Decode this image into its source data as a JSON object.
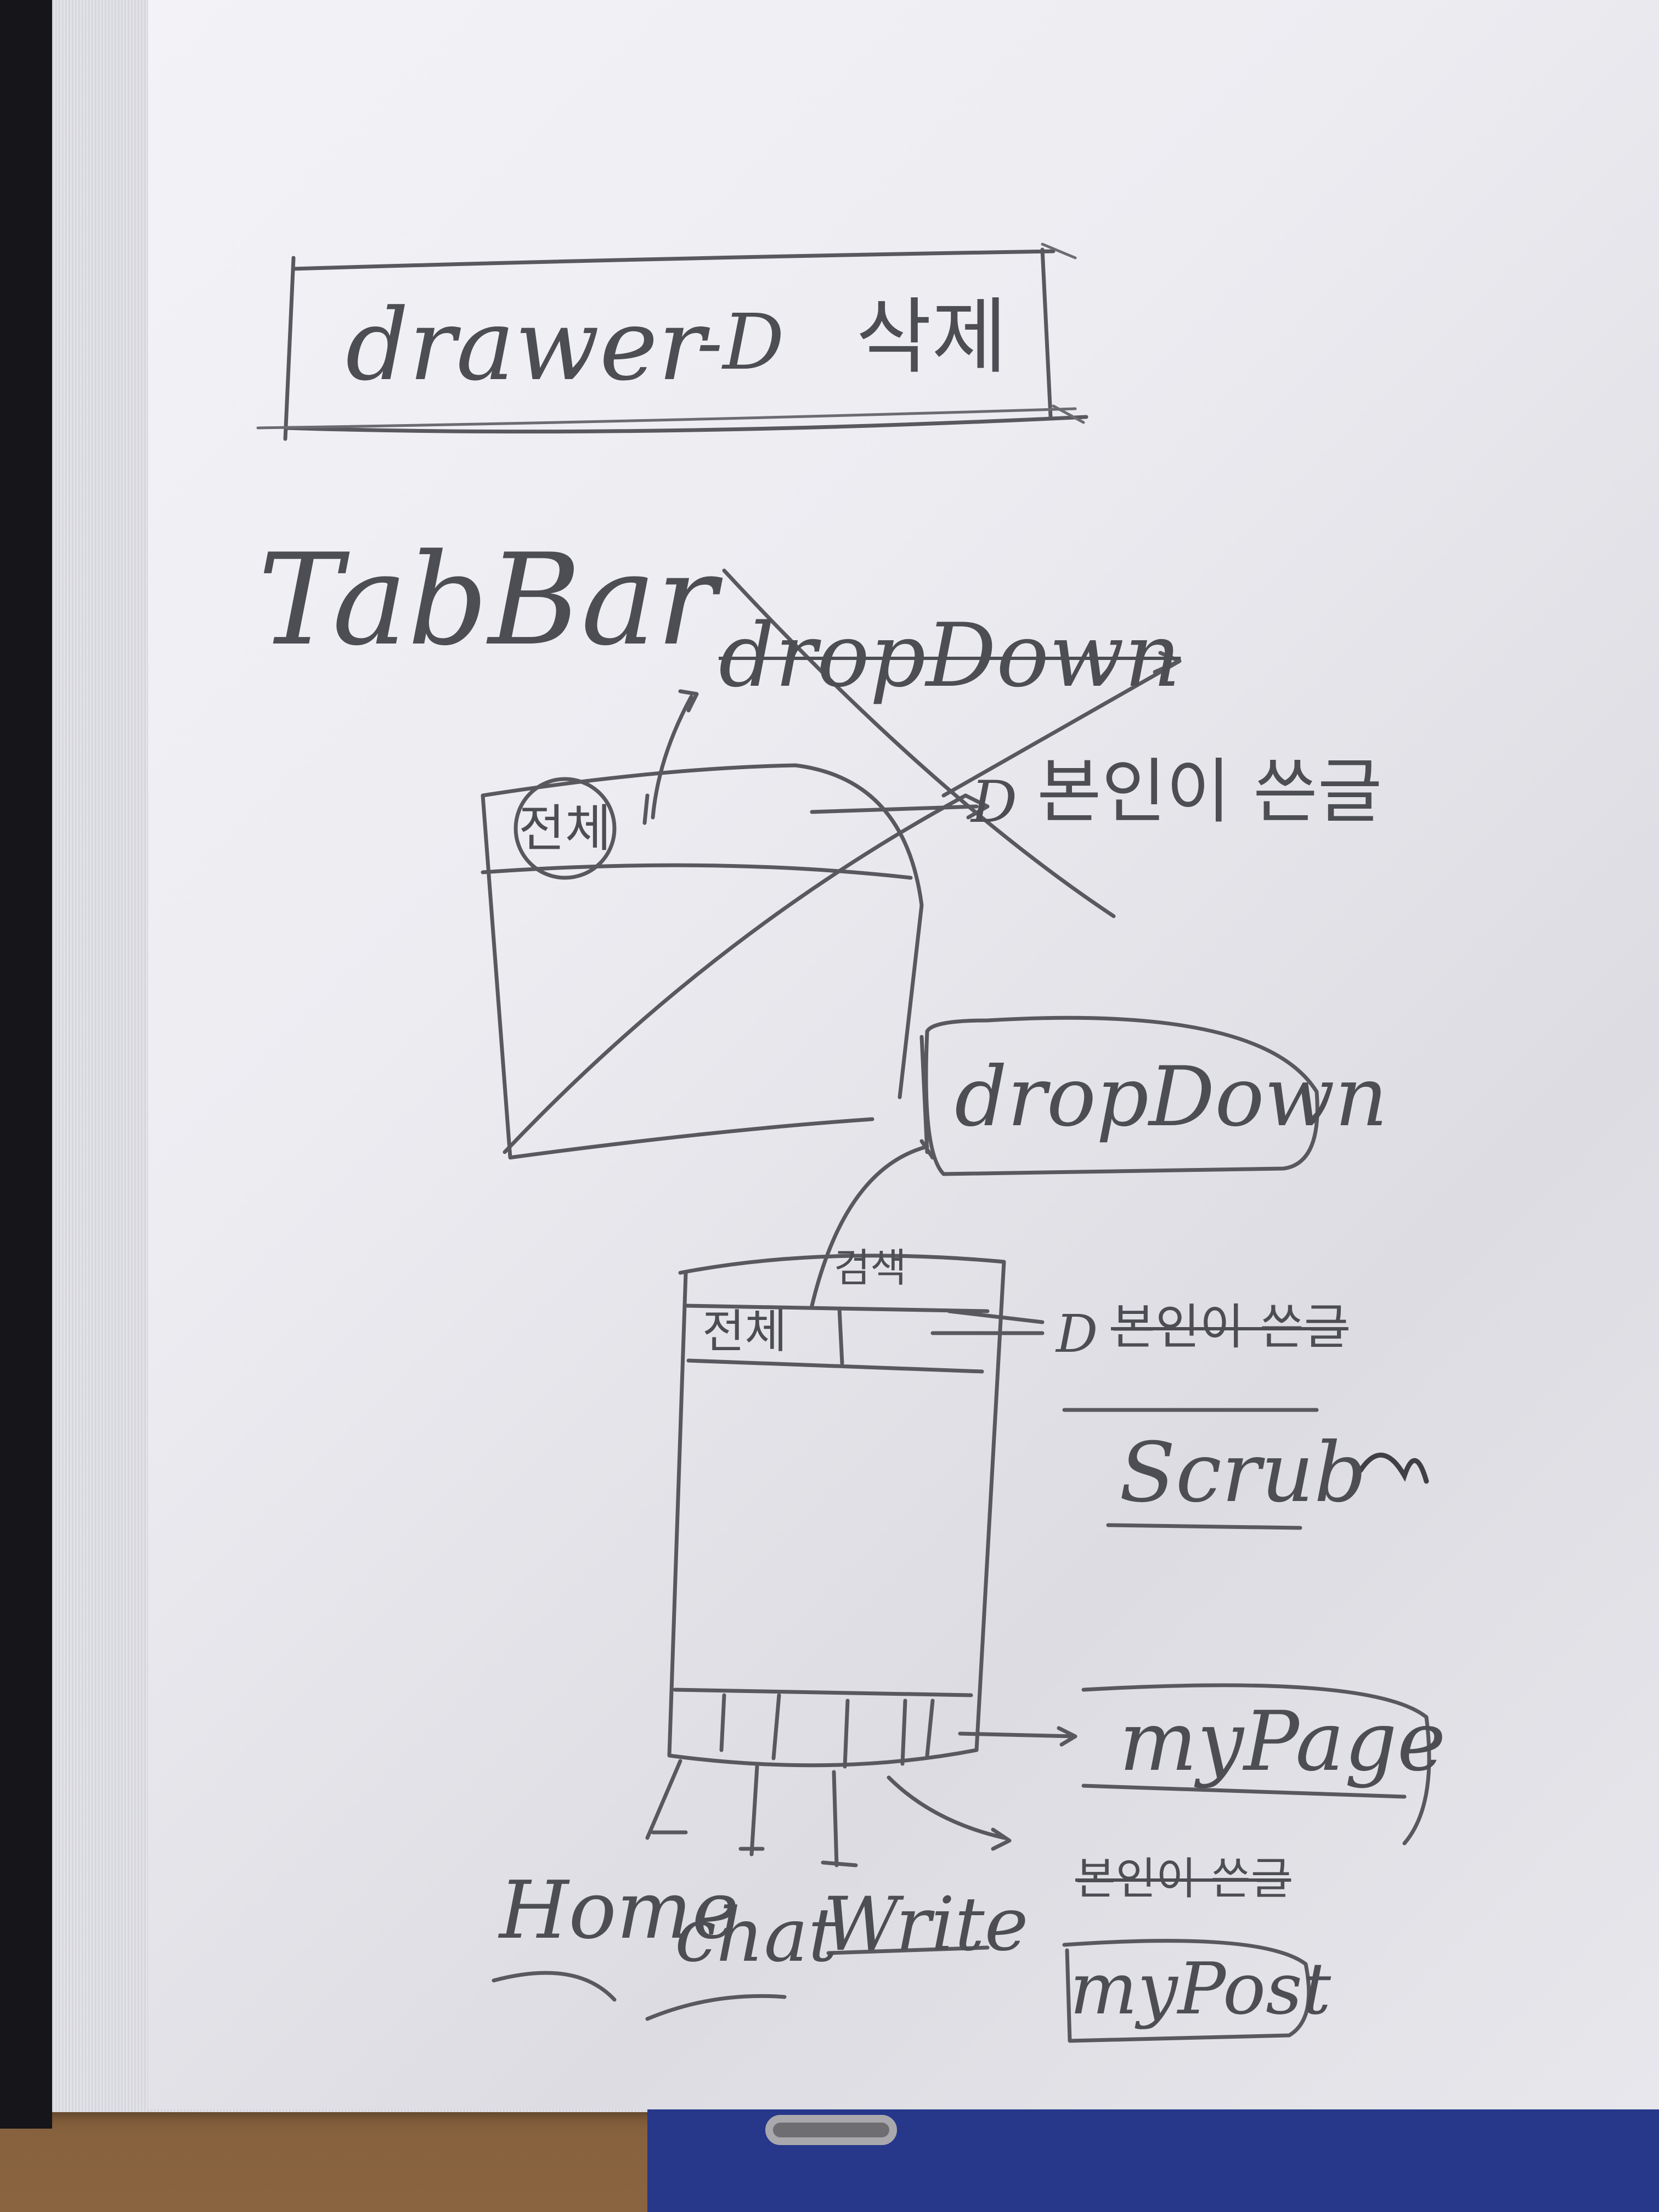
{
  "header": {
    "drawer_text": "drawer",
    "drawer_arrow": "-D",
    "drawer_action": "삭제"
  },
  "tabbar_section": {
    "title": "TabBar",
    "dropdown_crossed": "dropDown",
    "all_tab": "전체",
    "arrow": "D",
    "self_written": "본인이 쓴글"
  },
  "main_sketch": {
    "dropdown": "dropDown",
    "search": "검색",
    "all_tab": "전체",
    "arrow": "D",
    "self_written_crossed": "본인이 쓴글",
    "scrub": "Scrub",
    "mypage": "myPage",
    "bottom_tabs": [
      "Home",
      "chat",
      "Write"
    ],
    "self_written_crossed_2": "본인이 쓴글",
    "mypost": "myPost"
  },
  "colors": {
    "pencil": "#58585e",
    "paper": "#ececf1",
    "binder_blue": "#27378a"
  }
}
